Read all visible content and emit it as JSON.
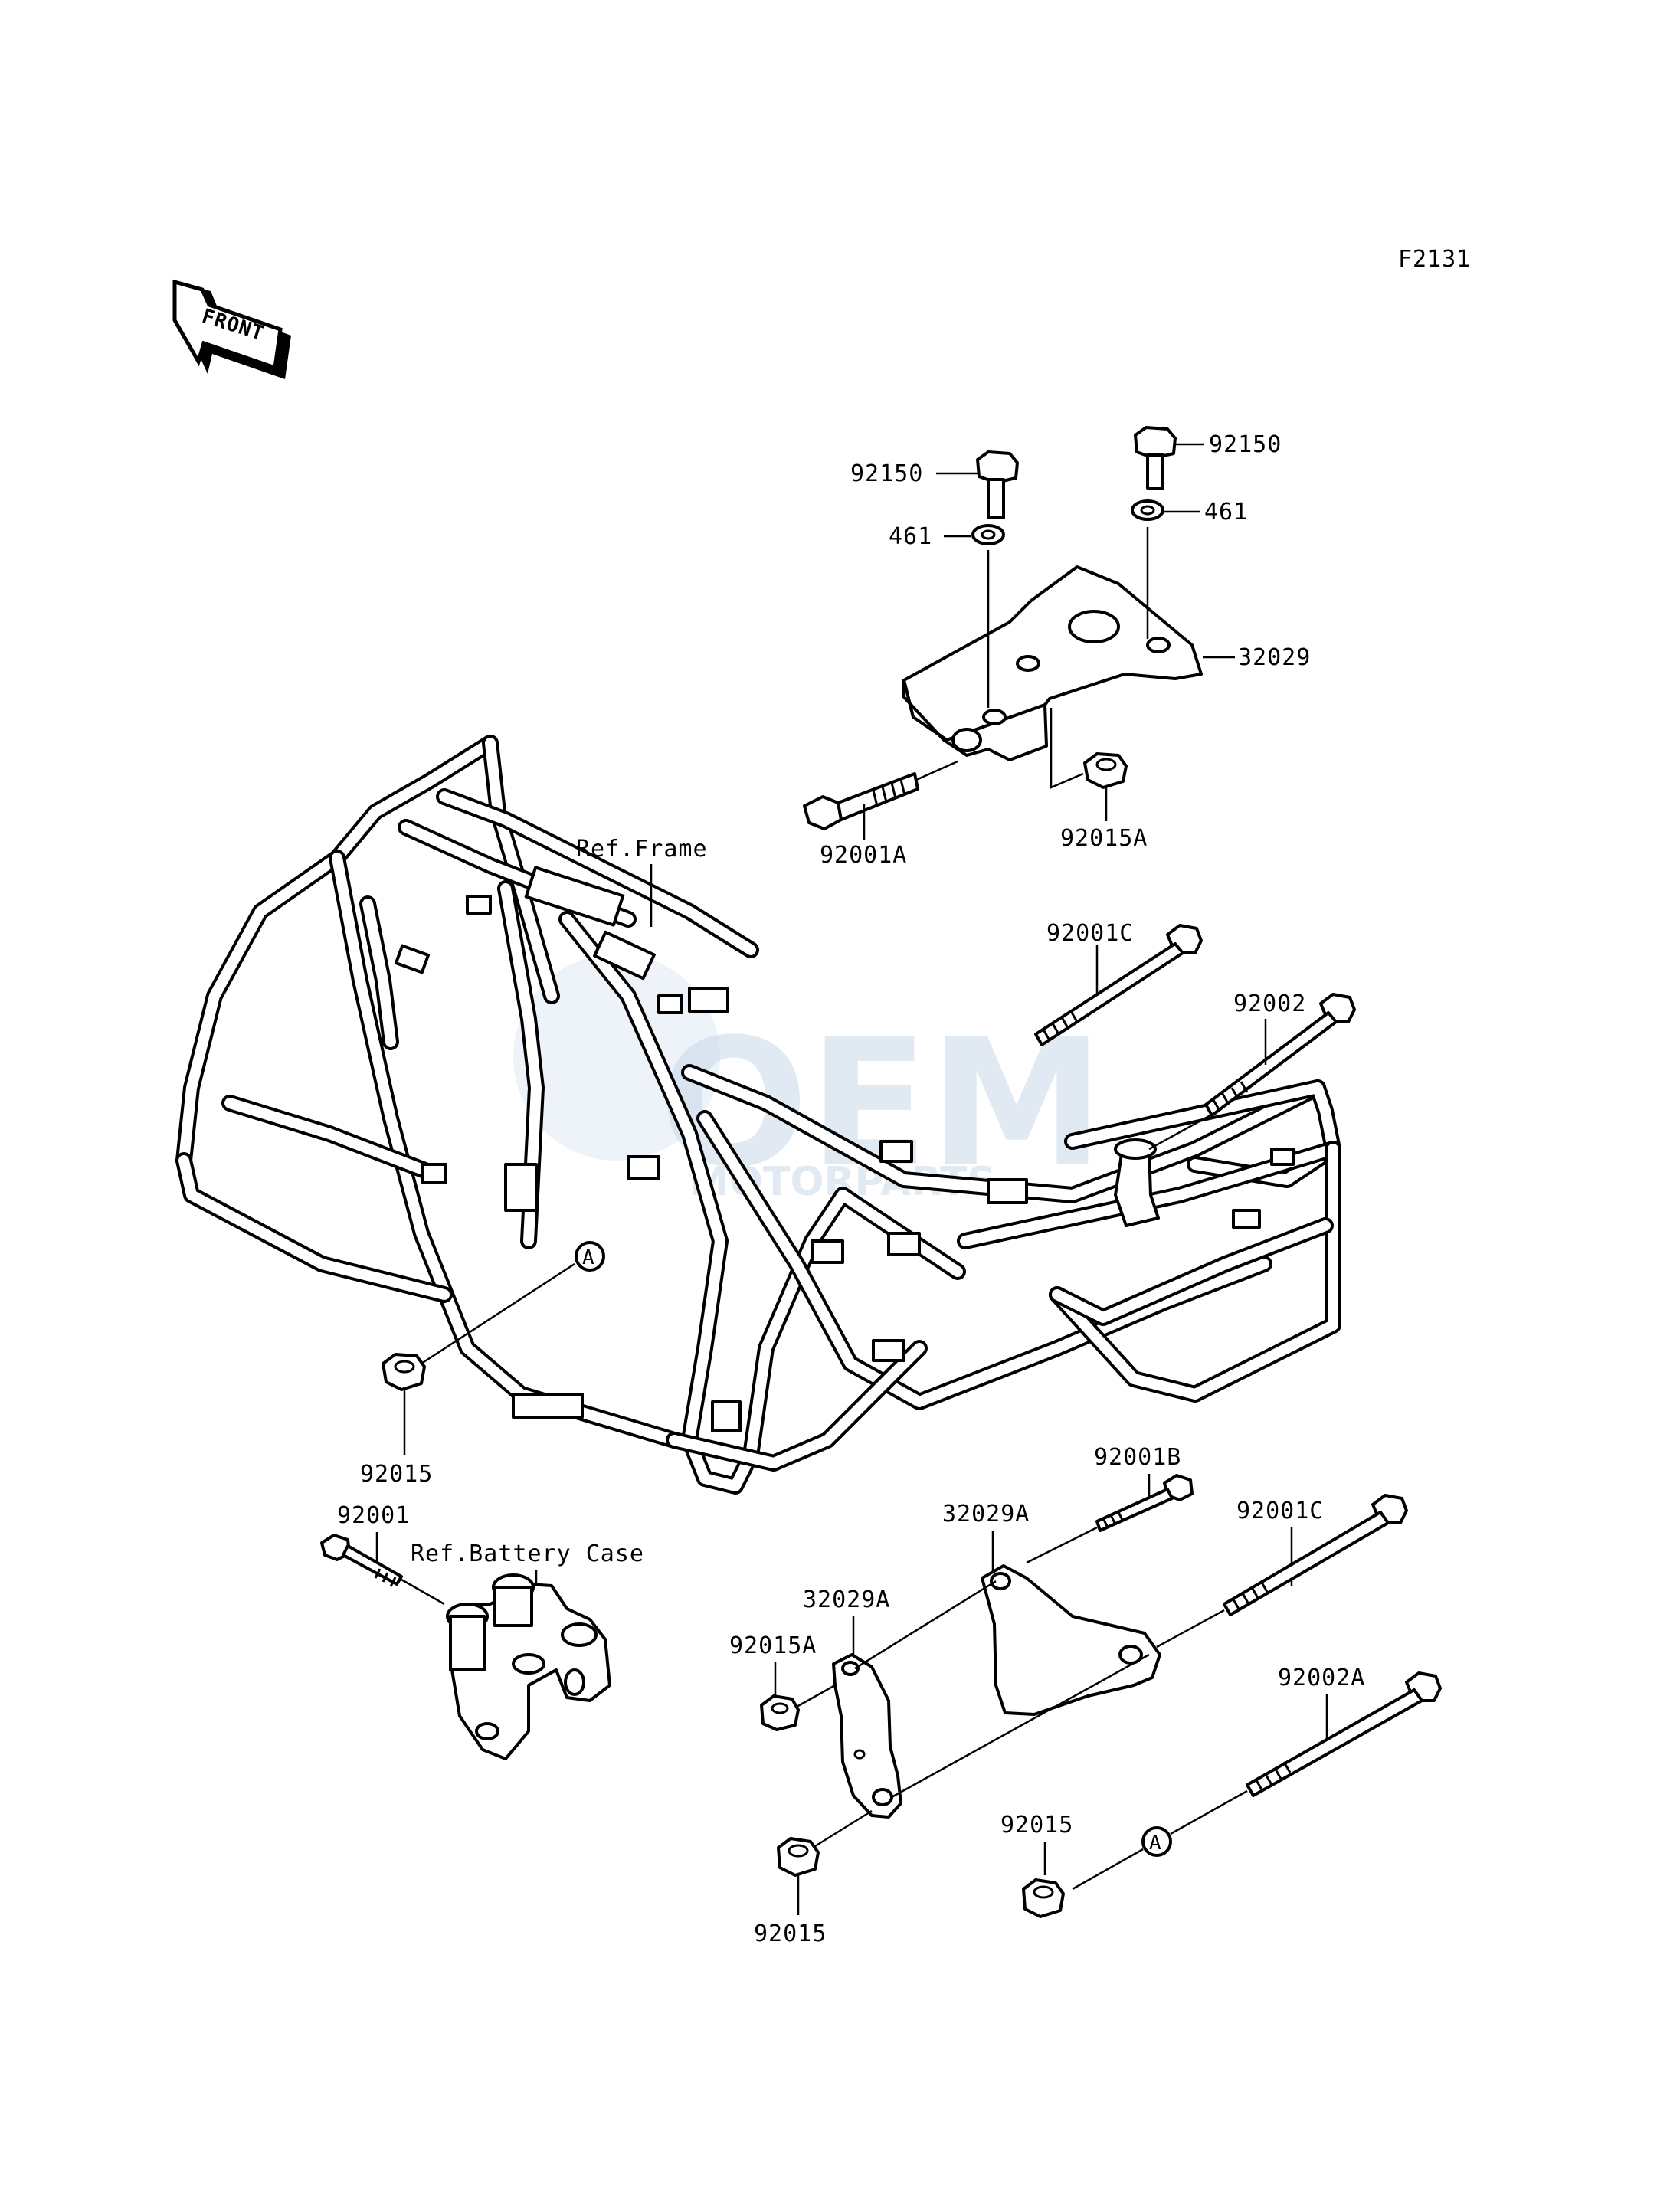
{
  "figure_code": "F2131",
  "front_arrow_label": "FRONT",
  "watermark": {
    "logo": "OEM",
    "subtitle": "MOTORPARTS"
  },
  "reference_labels": {
    "frame": "Ref.Frame",
    "battery_case": "Ref.Battery Case"
  },
  "callout_marker": "A",
  "part_labels": {
    "bolt_top_left": "92150",
    "bolt_top_right": "92150",
    "washer_left": "461",
    "washer_right": "461",
    "bracket_top": "32029",
    "bolt_92001A": "92001A",
    "nut_92015A_top": "92015A",
    "bolt_92001C_mid": "92001C",
    "bolt_92002": "92002",
    "nut_92015_left": "92015",
    "bolt_92001": "92001",
    "bolt_92001B": "92001B",
    "bracket_32029A_upper": "32029A",
    "bolt_92001C_low": "92001C",
    "bracket_32029A_lower": "32029A",
    "nut_92015A_low": "92015A",
    "bolt_92002A": "92002A",
    "nut_92015_right": "92015",
    "nut_92015_bottom": "92015"
  },
  "colors": {
    "line": "#000000",
    "background": "#ffffff",
    "watermark": "#b9cfe6"
  }
}
